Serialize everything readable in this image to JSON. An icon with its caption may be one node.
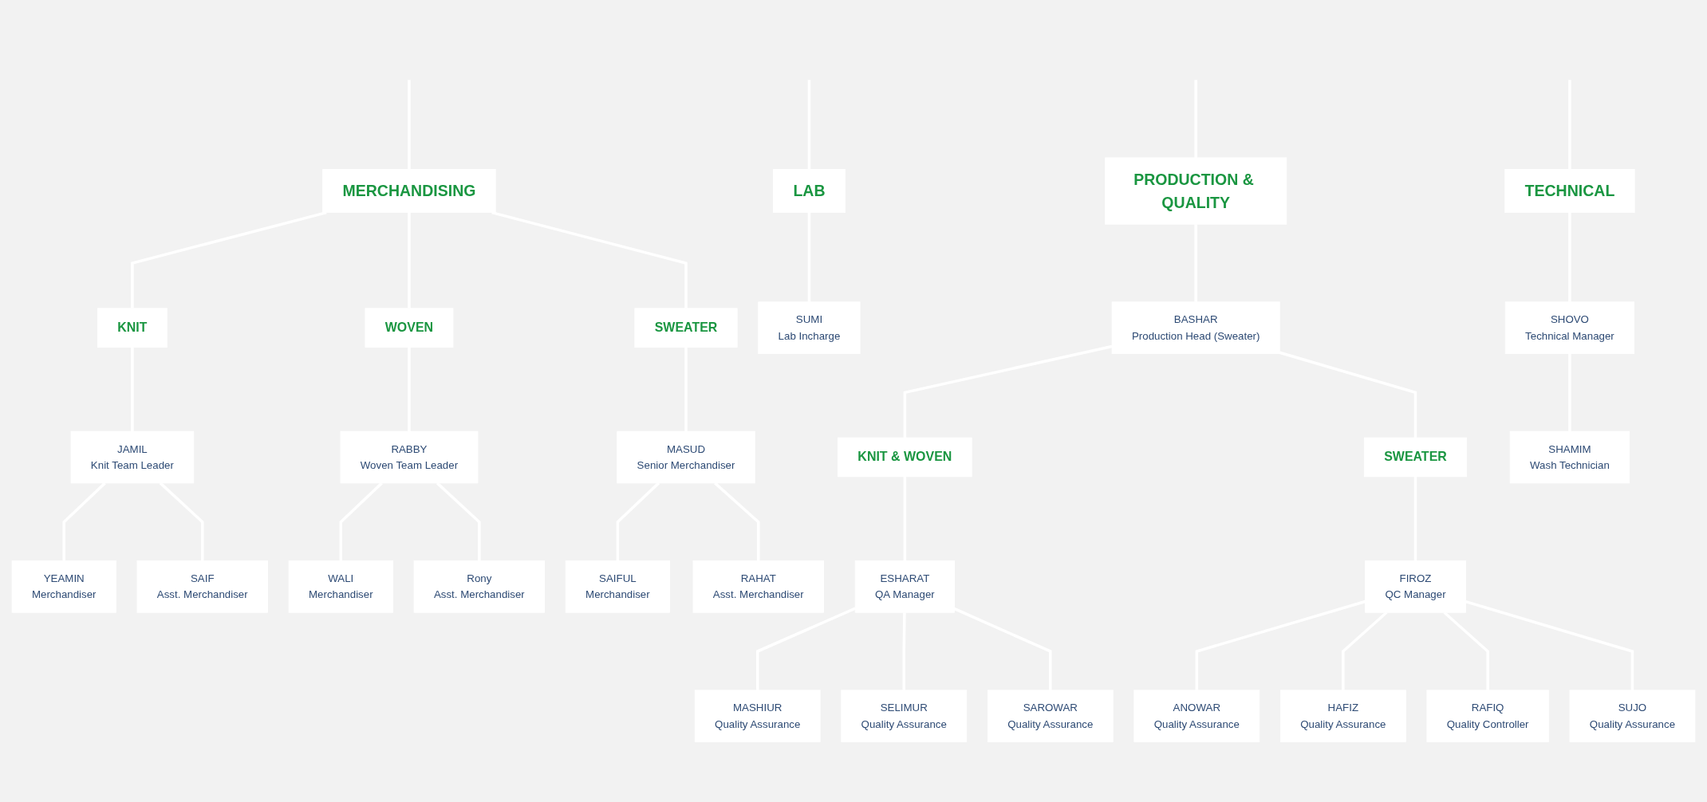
{
  "diagram": {
    "nodes": [
      {
        "text": [
          "MERCHANDISING"
        ]
      },
      {
        "text": [
          "KNIT"
        ]
      },
      {
        "text": [
          "WOVEN"
        ]
      },
      {
        "text": [
          "SWEATER"
        ]
      },
      {
        "text": [
          "JAMIL",
          "Knit Team Leader"
        ]
      },
      {
        "text": [
          "YEAMIN",
          "Merchandiser"
        ]
      },
      {
        "text": [
          "SAIF",
          "Asst. Merchandiser"
        ]
      },
      {
        "text": [
          "RABBY",
          "Woven Team Leader"
        ]
      },
      {
        "text": [
          "WALI",
          "Merchandiser"
        ]
      },
      {
        "text": [
          "Rony",
          "Asst. Merchandiser"
        ]
      },
      {
        "text": [
          "MASUD",
          "Senior Merchandiser"
        ]
      },
      {
        "text": [
          "SAIFUL",
          "Merchandiser"
        ]
      },
      {
        "text": [
          "RAHAT",
          "Asst. Merchandiser"
        ]
      },
      {
        "text": [
          "LAB"
        ]
      },
      {
        "text": [
          "SUMI",
          "Lab Incharge"
        ]
      },
      {
        "text": [
          "PRODUCTION & QUALITY"
        ]
      },
      {
        "text": [
          "BASHAR",
          "Production Head (Sweater)"
        ]
      },
      {
        "text": [
          "KNIT & WOVEN"
        ]
      },
      {
        "text": [
          "SWEATER"
        ]
      },
      {
        "text": [
          "ESHARAT",
          "QA Manager"
        ]
      },
      {
        "text": [
          "MASHIUR",
          "Quality Assurance"
        ]
      },
      {
        "text": [
          "SELIMUR",
          "Quality Assurance"
        ]
      },
      {
        "text": [
          "SAROWAR",
          "Quality Assurance"
        ]
      },
      {
        "text": [
          "FIROZ",
          "QC Manager"
        ]
      },
      {
        "text": [
          "ANOWAR",
          "Quality Assurance"
        ]
      },
      {
        "text": [
          "HAFIZ",
          "Quality Assurance"
        ]
      },
      {
        "text": [
          "RAFIQ",
          "Quality Controller"
        ]
      },
      {
        "text": [
          "SUJO",
          "Quality Assurance"
        ]
      },
      {
        "text": [
          "TECHNICAL"
        ]
      },
      {
        "text": [
          "SHOVO",
          "Technical Manager"
        ]
      },
      {
        "text": [
          "SHAMIM",
          "Wash Technician"
        ]
      }
    ],
    "edges": [
      {
        "from": null,
        "to": 0,
        "arrow": "none"
      },
      {
        "from": null,
        "to": 13,
        "arrow": "none"
      },
      {
        "from": null,
        "to": 15,
        "arrow": "none"
      },
      {
        "from": null,
        "to": 28,
        "arrow": "none"
      },
      {
        "from": 0,
        "to": 1,
        "arrow": "none"
      },
      {
        "from": 0,
        "to": 2,
        "arrow": "none"
      },
      {
        "from": 0,
        "to": 3,
        "arrow": "none"
      },
      {
        "from": 1,
        "to": 4,
        "arrow": "none"
      },
      {
        "from": 4,
        "to": 5,
        "arrow": "none"
      },
      {
        "from": 4,
        "to": 6,
        "arrow": "none"
      },
      {
        "from": 2,
        "to": 7,
        "arrow": "none"
      },
      {
        "from": 7,
        "to": 8,
        "arrow": "none"
      },
      {
        "from": 7,
        "to": 9,
        "arrow": "none"
      },
      {
        "from": 3,
        "to": 10,
        "arrow": "none"
      },
      {
        "from": 10,
        "to": 11,
        "arrow": "none"
      },
      {
        "from": 10,
        "to": 12,
        "arrow": "none"
      },
      {
        "from": 13,
        "to": 14,
        "arrow": "none"
      },
      {
        "from": 15,
        "to": 16,
        "arrow": "none"
      },
      {
        "from": 16,
        "to": 17,
        "arrow": "none"
      },
      {
        "from": 16,
        "to": 18,
        "arrow": "none"
      },
      {
        "from": 17,
        "to": 19,
        "arrow": "none"
      },
      {
        "from": 19,
        "to": 20,
        "arrow": "none"
      },
      {
        "from": 19,
        "to": 21,
        "arrow": "none"
      },
      {
        "from": 19,
        "to": 22,
        "arrow": "none"
      },
      {
        "from": 18,
        "to": 23,
        "arrow": "none"
      },
      {
        "from": 23,
        "to": 24,
        "arrow": "none"
      },
      {
        "from": 23,
        "to": 25,
        "arrow": "none"
      },
      {
        "from": 23,
        "to": 26,
        "arrow": "none"
      },
      {
        "from": 23,
        "to": 27,
        "arrow": "none"
      },
      {
        "from": 28,
        "to": 29,
        "arrow": "none"
      },
      {
        "from": 29,
        "to": 30,
        "arrow": "none"
      }
    ]
  }
}
